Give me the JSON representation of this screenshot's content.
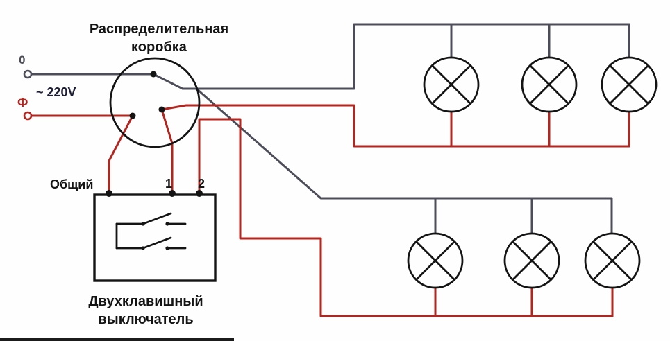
{
  "diagram": {
    "title": {
      "line1": "Распределительная",
      "line2": "коробка"
    },
    "source": {
      "neutral_label": "0",
      "phase_label": "Ф",
      "voltage_label": "~ 220V"
    },
    "switch": {
      "common_label": "Общий",
      "line1_label": "1",
      "line2_label": "2",
      "caption_line1": "Двухклавишный",
      "caption_line2": "выключатель"
    },
    "lamps": {
      "top_group_count": 3,
      "bottom_group_count": 3
    }
  },
  "colors": {
    "neutral_wire": "#4d4d5a",
    "phase_wire": "#b3251f",
    "symbol_stroke": "#141414",
    "label_text": "#141414",
    "voltage_text": "#1c1c34",
    "background": "#fefefe"
  }
}
